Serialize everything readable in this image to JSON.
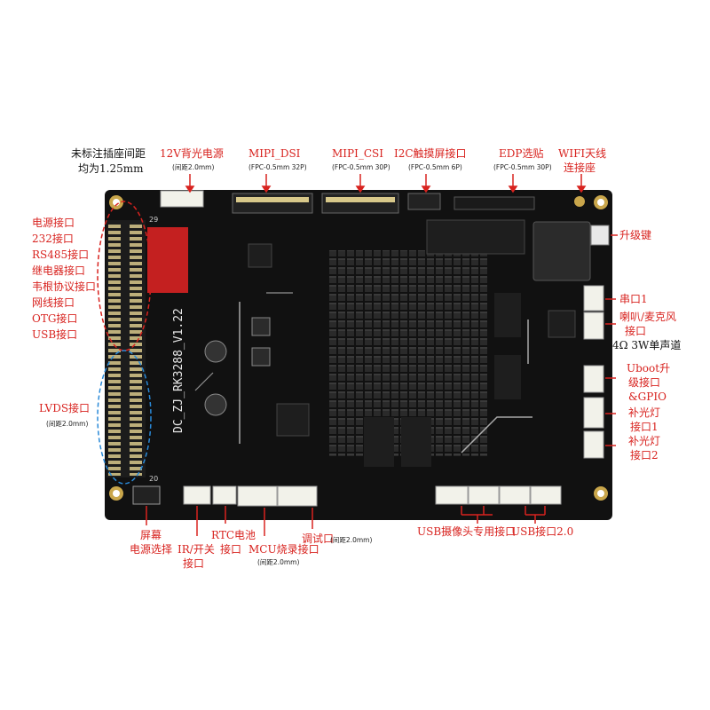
{
  "note": {
    "line1": "未标注插座间距",
    "line2": "均为1.25mm"
  },
  "top": {
    "bl12v": "12V背光电源",
    "bl12v_sub": "(间距2.0mm)",
    "mipi_dsi": "MIPI_DSI",
    "mipi_dsi_sub": "(FPC-0.5mm 32P)",
    "mipi_csi": "MIPI_CSI",
    "mipi_csi_sub": "(FPC-0.5mm 30P)",
    "i2c": "I2C触摸屏接口",
    "i2c_sub": "(FPC-0.5mm 6P)",
    "edp": "EDP选贴",
    "edp_sub": "(FPC-0.5mm 30P)",
    "wifi1": "WIFI天线",
    "wifi2": "连接座"
  },
  "left": {
    "items": [
      "电源接口",
      "232接口",
      "RS485接口",
      "继电器接口",
      "韦根协议接口",
      "网线接口",
      "OTG接口",
      "USB接口"
    ],
    "lvds": "LVDS接口",
    "lvds_sub": "(间距2.0mm)"
  },
  "right": {
    "upgrade": "升级键",
    "serial": "串口1",
    "spk1": "喇叭/麦克风",
    "spk2": "接口",
    "spk3": "4Ω 3W单声道",
    "uboot1": "Uboot升",
    "uboot2": "级接口",
    "uboot3": "&GPIO",
    "fill1a": "补光灯",
    "fill1b": "接口1",
    "fill2a": "补光灯",
    "fill2b": "接口2"
  },
  "bottom": {
    "scr1": "屏幕",
    "scr2": "电源选择",
    "ir1": "IR/开关",
    "ir2": "接口",
    "rtc1": "RTC电池",
    "rtc2": "接口",
    "mcu": "MCU烧录接口",
    "mcu_sub": "(间距2.0mm)",
    "debug": "调试口",
    "debug_sub": "(间距2.0mm)",
    "usbcam": "USB摄像头专用接口",
    "usb20": "USB接口2.0"
  },
  "board": {
    "silk": "DC_ZJ_RK3288_V1.22",
    "pin_a": "29",
    "pin_b": "20"
  },
  "colors": {
    "label": "#d8231f",
    "board": "#111111",
    "dash_red": "#d8231f",
    "dash_blue": "#2a8ad8"
  }
}
